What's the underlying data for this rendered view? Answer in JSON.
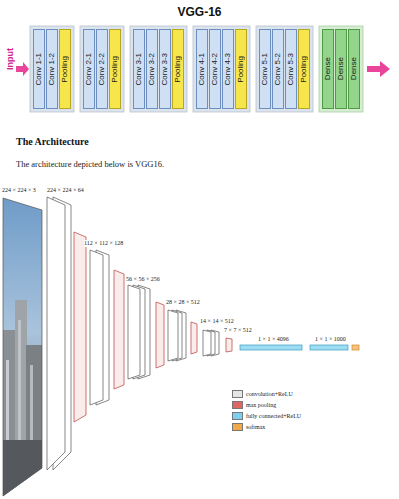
{
  "diagram": {
    "title": "VGG-16",
    "nodes": [
      {
        "text": [
          "Conv 1-1"
        ]
      },
      {
        "text": [
          "Conv 1-2"
        ]
      },
      {
        "text": [
          "Pooling"
        ]
      },
      {
        "text": [
          "Conv 2-1"
        ]
      },
      {
        "text": [
          "Conv 2-2"
        ]
      },
      {
        "text": [
          "Pooling"
        ]
      },
      {
        "text": [
          "Conv 3-1"
        ]
      },
      {
        "text": [
          "Conv 3-2"
        ]
      },
      {
        "text": [
          "Conv 3-3"
        ]
      },
      {
        "text": [
          "Pooling"
        ]
      },
      {
        "text": [
          "Conv 4-1"
        ]
      },
      {
        "text": [
          "Conv 4-2"
        ]
      },
      {
        "text": [
          "Conv 4-3"
        ]
      },
      {
        "text": [
          "Pooling"
        ]
      },
      {
        "text": [
          "Conv 5-1"
        ]
      },
      {
        "text": [
          "Conv 5-2"
        ]
      },
      {
        "text": [
          "Conv 5-3"
        ]
      },
      {
        "text": [
          "Pooling"
        ]
      },
      {
        "text": [
          "Dense"
        ]
      },
      {
        "text": [
          "Dense"
        ]
      },
      {
        "text": [
          "Dense"
        ]
      }
    ],
    "labels": [
      "Input",
      "The Architecture",
      "The architecture depicted below is VGG16.",
      "224 × 224 × 3",
      "224 × 224 × 64",
      "112 × 112 × 128",
      "56 × 56 × 256",
      "28 × 28 × 512",
      "14 × 14 × 512",
      "7 × 7 × 512",
      "1 × 1 × 4096",
      "1 × 1 × 1000"
    ],
    "legend": [
      {
        "text": "convolution+ReLU",
        "color": "#e6e6e6"
      },
      {
        "text": "max pooling",
        "color": "#e06666"
      },
      {
        "text": "fully connected+ReLU",
        "color": "#7fcfee"
      },
      {
        "text": "softmax",
        "color": "#f0a848"
      }
    ]
  }
}
